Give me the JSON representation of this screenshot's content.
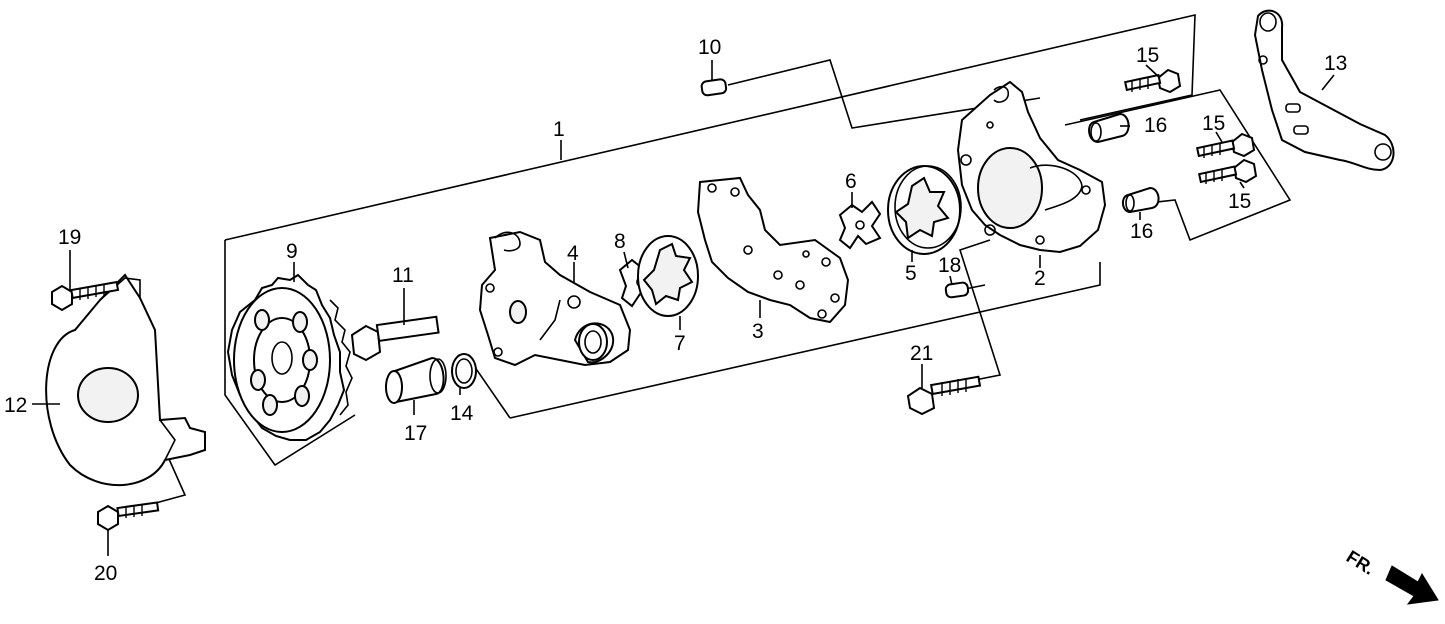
{
  "diagram": {
    "callouts": {
      "1": "1",
      "2": "2",
      "3": "3",
      "4": "4",
      "5": "5",
      "6": "6",
      "7": "7",
      "8": "8",
      "9": "9",
      "10": "10",
      "11": "11",
      "12": "12",
      "13": "13",
      "14": "14",
      "15a": "15",
      "15b": "15",
      "15c": "15",
      "16a": "16",
      "16b": "16",
      "17": "17",
      "18": "18",
      "19": "19",
      "20": "20",
      "21": "21"
    },
    "direction_label": "FR."
  }
}
